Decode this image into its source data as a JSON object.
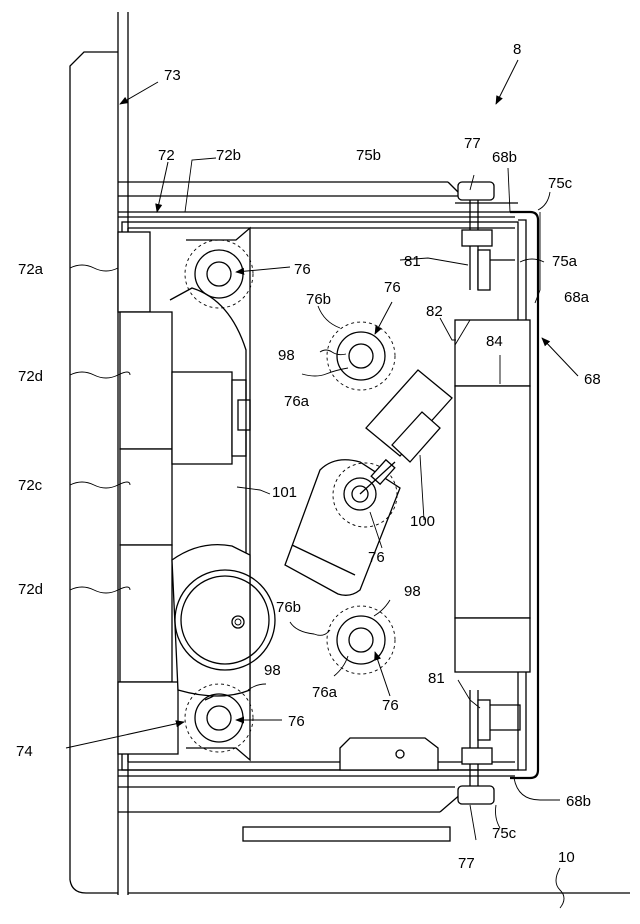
{
  "figure": {
    "labels": {
      "l8": "8",
      "l73": "73",
      "l72": "72",
      "l72b": "72b",
      "l75b": "75b",
      "l77_top": "77",
      "l68b_top": "68b",
      "l75c_top": "75c",
      "l72a": "72a",
      "l76_tl": "76",
      "l81_top": "81",
      "l75a": "75a",
      "l76b_top": "76b",
      "l76_top": "76",
      "l68a": "68a",
      "l82": "82",
      "l84": "84",
      "l68": "68",
      "l72d_top": "72d",
      "l98_top": "98",
      "l76a_top": "76a",
      "l72c": "72c",
      "l101": "101",
      "l100": "100",
      "l76_mid": "76",
      "l72d_bot": "72d",
      "l98_right": "98",
      "l76b_bot": "76b",
      "l98_bl": "98",
      "l81_bot": "81",
      "l76a_bot": "76a",
      "l76_bot": "76",
      "l76_bl": "76",
      "l74": "74",
      "l68b_bot": "68b",
      "l75c_bot": "75c",
      "l77_bot": "77",
      "l10": "10"
    }
  }
}
